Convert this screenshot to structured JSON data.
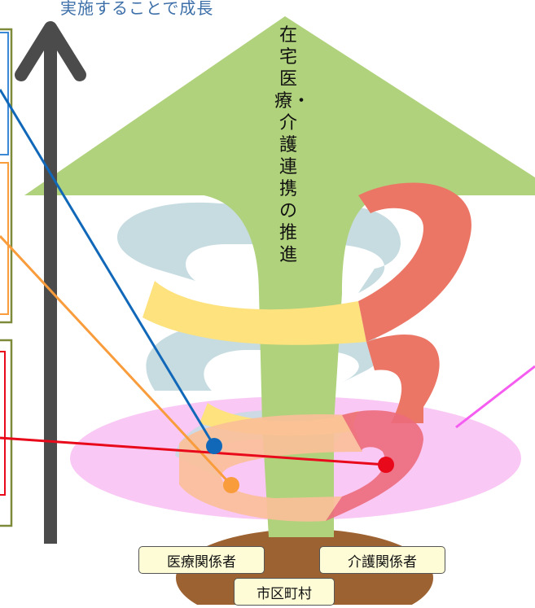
{
  "growth_label": "実施することで成長",
  "diagram_title": "在宅医療・介護連携の推進",
  "labels": {
    "medical": "医療関係者",
    "care": "介護関係者",
    "municipality": "市区町村"
  },
  "colors": {
    "arrow_green": "#b0d27c",
    "ribbon_blue": "#c6dce1",
    "ribbon_yellow": "#fde27e",
    "ribbon_red": "#ec7665",
    "ribbon_peach": "#fbbf98",
    "base_ellipse": "#f7b6f2",
    "soil_brown": "#9d6231",
    "axis_gray": "#4b4b4b",
    "marker_blue": "#1168b8",
    "marker_orange": "#f99c3c",
    "marker_red": "#e8091b",
    "line_pink": "#f55cf0"
  }
}
